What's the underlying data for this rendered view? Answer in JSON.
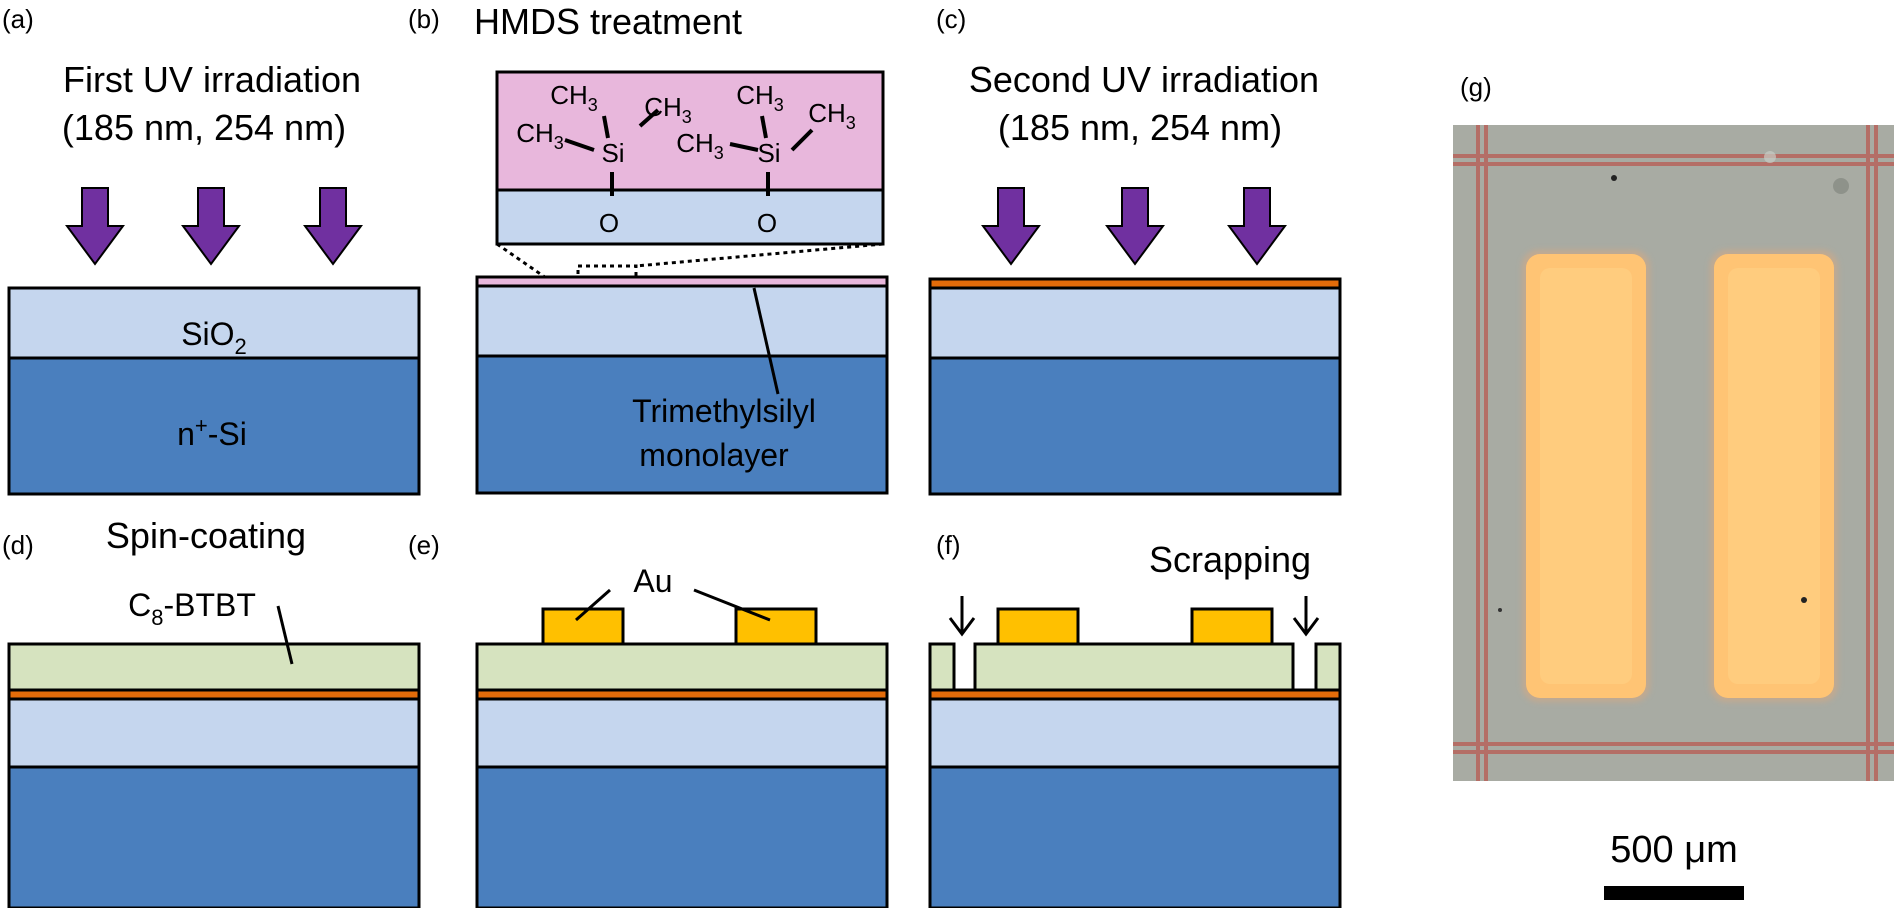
{
  "panels": {
    "a": {
      "label": "(a)",
      "title_line1": "First UV irradiation",
      "title_line2": "(185 nm, 254 nm)",
      "sio2_label": "SiO",
      "sio2_sub": "2",
      "si_label_n": "n",
      "si_label_plus": "+",
      "si_label_rest": "-Si"
    },
    "b": {
      "label": "(b)",
      "title": "HMDS treatment",
      "ch3_1": "CH",
      "ch3_1_sub": "3",
      "ch3_2": "CH",
      "ch3_2_sub": "3",
      "ch3_3": "CH",
      "ch3_3_sub": "3",
      "ch3_4": "CH",
      "ch3_4_sub": "3",
      "ch3_5": "CH",
      "ch3_5_sub": "3",
      "ch3_6": "CH",
      "ch3_6_sub": "3",
      "si_1": "Si",
      "si_2": "Si",
      "o_1": "O",
      "o_2": "O",
      "callout_line1": "Trimethylsilyl",
      "callout_line2": "monolayer"
    },
    "c": {
      "label": "(c)",
      "title_line1": "Second UV irradiation",
      "title_line2": "(185 nm, 254 nm)"
    },
    "d": {
      "label": "(d)",
      "title": "Spin-coating",
      "film_label_c": "C",
      "film_label_sub": "8",
      "film_label_rest": "-BTBT"
    },
    "e": {
      "label": "(e)",
      "electrode_label": "Au"
    },
    "f": {
      "label": "(f)",
      "title": "Scrapping"
    },
    "g": {
      "label": "(g)",
      "scale_label": "500 μm"
    }
  },
  "colors": {
    "uv_arrow": "#7030a0",
    "sio2": "#c5d6ee",
    "silicon": "#4a7fbe",
    "hmds_layer": "#e8b7dc",
    "oxidized_layer": "#e46c0a",
    "organic_film": "#d6e3bf",
    "gold": "#ffc000",
    "micrograph_bg": "#9ea29a",
    "micrograph_pad": "#ffc474",
    "micrograph_grid": "#b85f58"
  }
}
